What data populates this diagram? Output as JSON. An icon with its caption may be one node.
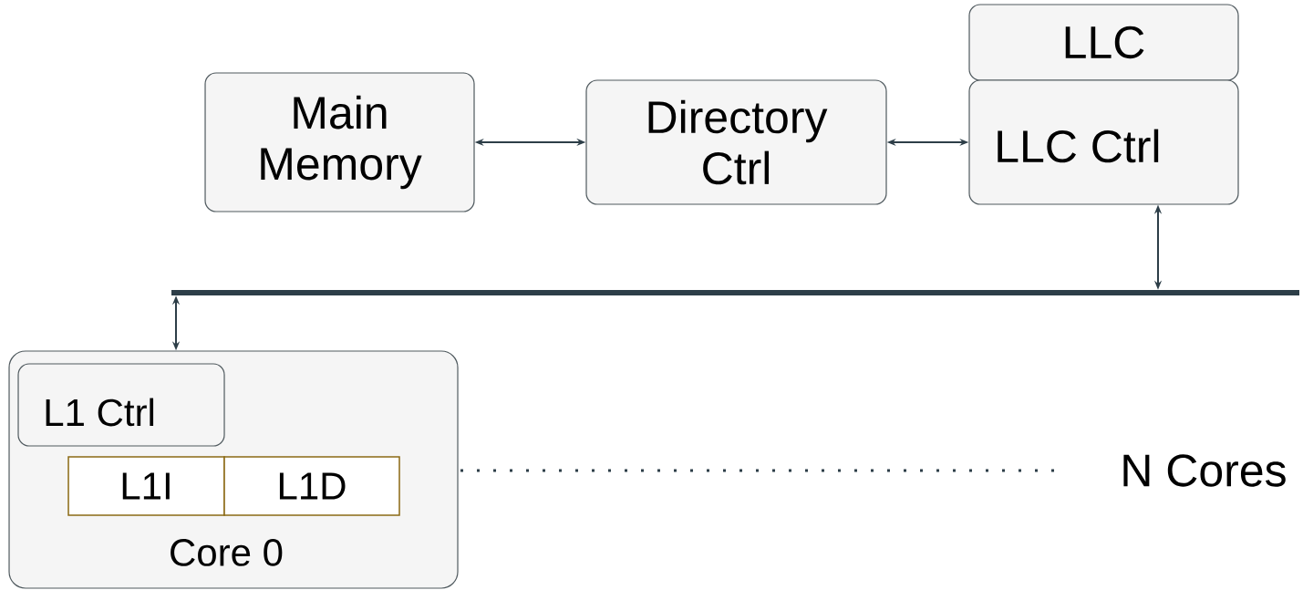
{
  "diagram": {
    "nodes": [
      {
        "text": [
          "Main Memory"
        ]
      },
      {
        "text": [
          "Directory Ctrl"
        ]
      },
      {
        "text": [
          "LLC"
        ]
      },
      {
        "text": [
          "LLC Ctrl"
        ]
      },
      {
        "text": [],
        "shape": "bar"
      },
      {
        "text": [
          "Core 0"
        ]
      },
      {
        "text": [
          "L1 Ctrl"
        ],
        "in": 5
      },
      {
        "text": [
          "L1I"
        ],
        "in": 5
      },
      {
        "text": [
          "L1D"
        ],
        "in": 5
      }
    ],
    "edges": [
      {
        "from": 0,
        "to": 1,
        "arrow": "both"
      },
      {
        "from": 1,
        "to": 3,
        "arrow": "both"
      },
      {
        "from": 3,
        "to": 4,
        "arrow": "both"
      },
      {
        "from": 4,
        "to": 5,
        "arrow": "both"
      }
    ],
    "labels": [
      "N Cores"
    ]
  }
}
